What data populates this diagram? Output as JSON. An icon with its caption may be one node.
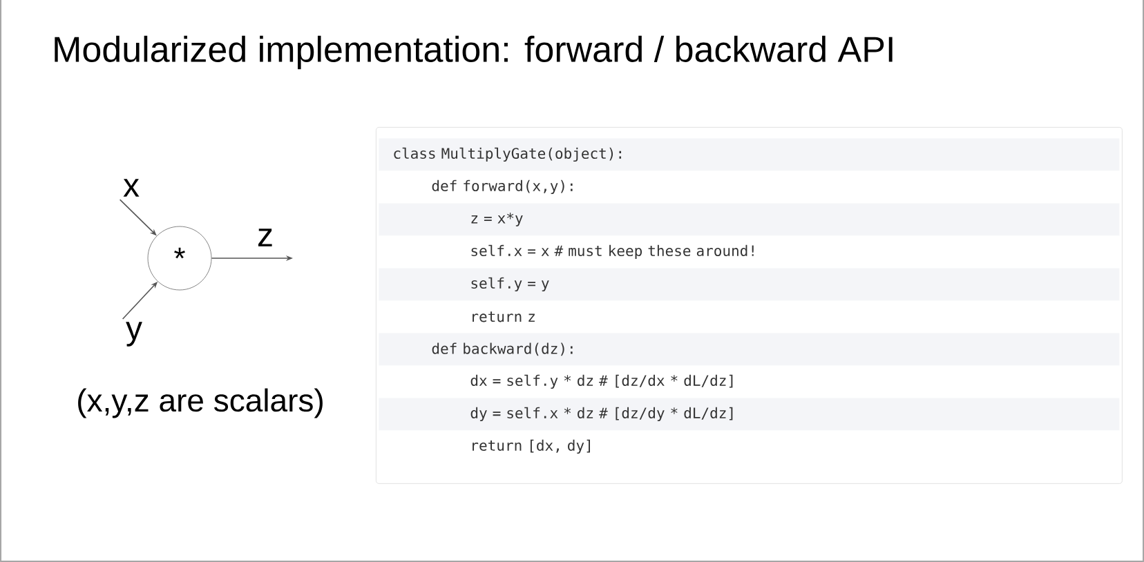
{
  "diagram": {
    "title": "Modularized implementation: forward / backward API",
    "nodes": [
      {
        "text": [
          "x"
        ]
      },
      {
        "text": [
          "y"
        ]
      },
      {
        "text": [
          "*"
        ]
      },
      {
        "text": [
          "class MultiplyGate(object):",
          "def forward(x,y):",
          "z = x*y",
          "self.x = x # must keep these around!",
          "self.y = y",
          "return z",
          "def backward(dz):",
          "dx = self.y * dz # [dz/dx * dL/dz]",
          "dy = self.x * dz # [dz/dy * dL/dz]",
          "return [dx, dy]"
        ]
      }
    ],
    "edges": [
      {
        "from": 0,
        "to": 2,
        "arrow": "to"
      },
      {
        "from": 1,
        "to": 2,
        "arrow": "to"
      },
      {
        "from": 2,
        "to": null,
        "arrow": "to",
        "label": "z"
      }
    ],
    "labels": [
      "(x,y,z are scalars)"
    ]
  }
}
